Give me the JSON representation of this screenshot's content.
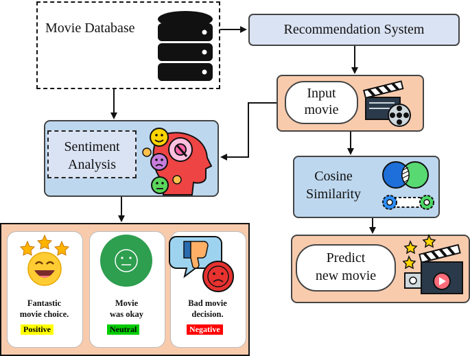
{
  "nodes": {
    "movie_database": "Movie Database",
    "recommendation_system": "Recommendation System",
    "input_movie": [
      "Input",
      "movie"
    ],
    "sentiment_analysis": [
      "Sentiment",
      "Analysis"
    ],
    "cosine_similarity": [
      "Cosine",
      "Similarity"
    ],
    "predict_new_movie": [
      "Predict",
      "new movie"
    ]
  },
  "outcomes": [
    {
      "text": [
        "Fantastic",
        "movie choice."
      ],
      "badge": "Positive",
      "badge_color": "#ffff00",
      "badge_text_color": "#000000"
    },
    {
      "text": [
        "Movie",
        "was okay"
      ],
      "badge": "Neutral",
      "badge_color": "#00cc00",
      "badge_text_color": "#000000"
    },
    {
      "text": [
        "Bad movie",
        "decision."
      ],
      "badge": "Negative",
      "badge_color": "#ff0000",
      "badge_text_color": "#ffffff"
    }
  ],
  "colors": {
    "light_blue": "#dae3f3",
    "mid_blue": "#bdd7ee",
    "peach": "#f8cbad",
    "arrow": "#111111"
  },
  "icons": [
    "database-icon",
    "clapperboard-film-reel-icon",
    "head-emotions-icon",
    "venn-gears-icon",
    "clapperboard-camera-icon",
    "happy-face-icon",
    "neutral-face-icon",
    "thumbs-down-sad-icon"
  ]
}
